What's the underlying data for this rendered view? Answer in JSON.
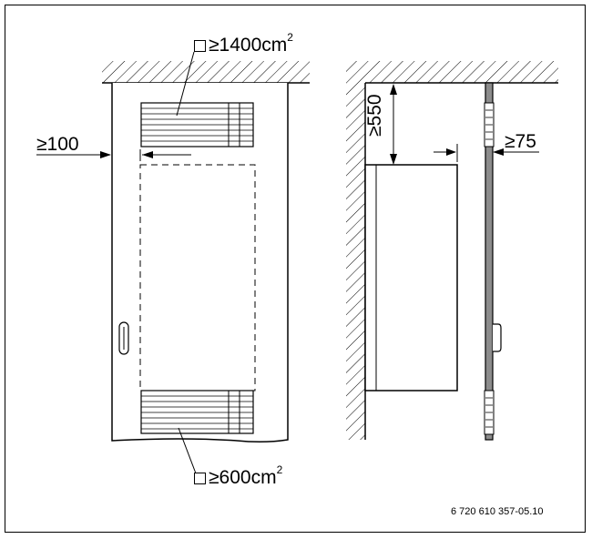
{
  "labels": {
    "top_vent_area": "≥1400cm",
    "top_vent_exp": "2",
    "bottom_vent_area": "≥600cm",
    "bottom_vent_exp": "2",
    "side_clearance": "≥100",
    "top_clearance": "≥550",
    "front_clearance": "≥75",
    "drawing_code": "6 720 610 357-05.10"
  },
  "icons": {
    "area_symbol": "square-icon"
  }
}
